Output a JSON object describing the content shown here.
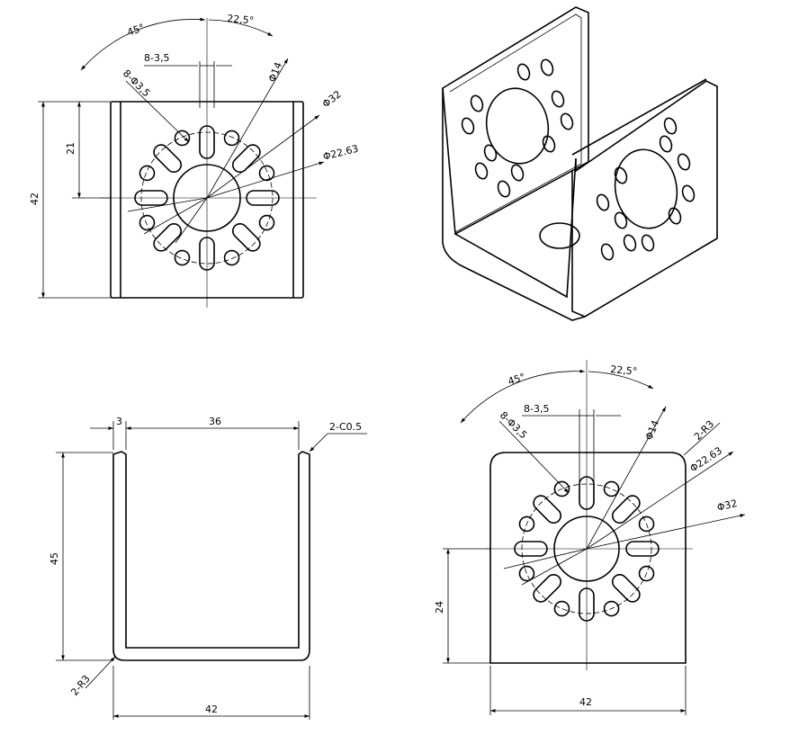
{
  "drawing": {
    "top_view": {
      "angle_big": "45°",
      "angle_small": "22,5°",
      "slot_spec": "8-3,5",
      "hole_spec": "8-Φ3,5",
      "dia_14": "Φ14",
      "dia_32": "Φ32",
      "dia_2263": "Φ22.63",
      "dim_21": "21",
      "dim_42": "42"
    },
    "front_view": {
      "dim_3": "3",
      "dim_36": "36",
      "chamfer": "2-C0.5",
      "dim_45": "45",
      "radius": "2-R3",
      "dim_42": "42"
    },
    "side_view": {
      "angle_big": "45°",
      "angle_small": "22,5°",
      "slot_spec": "8-3,5",
      "hole_spec": "8-Φ3,5",
      "dia_14": "Φ14",
      "radius": "2-R3",
      "dia_2263": "Φ22.63",
      "dia_32": "Φ32",
      "dim_24": "24",
      "dim_42": "42"
    }
  }
}
